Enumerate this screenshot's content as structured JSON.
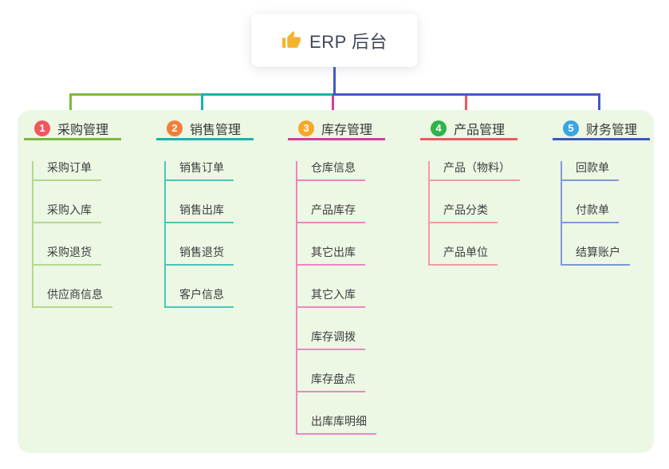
{
  "root": {
    "title": "ERP 后台",
    "icon": "thumbs-up",
    "icon_color": "#f3b32c",
    "line_color": "#4558c6"
  },
  "panel": {
    "bg": "#ecf7e4"
  },
  "canvas_bg": "#ffffff",
  "branches": [
    {
      "num": "1",
      "label": "采购管理",
      "color": "#7cb93e",
      "light": "#b3d88f",
      "badge": "#f4555f",
      "children": [
        "采购订单",
        "采购入库",
        "采购退货",
        "供应商信息"
      ]
    },
    {
      "num": "2",
      "label": "销售管理",
      "color": "#13b5ac",
      "light": "#4cc5bb",
      "badge": "#f57d3a",
      "children": [
        "销售订单",
        "销售出库",
        "销售退货",
        "客户信息"
      ]
    },
    {
      "num": "3",
      "label": "库存管理",
      "color": "#d93a9e",
      "light": "#ee85c1",
      "badge": "#f7a729",
      "children": [
        "仓库信息",
        "产品库存",
        "其它出库",
        "其它入库",
        "库存调拨",
        "库存盘点",
        "出库库明细"
      ]
    },
    {
      "num": "4",
      "label": "产品管理",
      "color": "#f25663",
      "light": "#f59aa1",
      "badge": "#2db44a",
      "children": [
        "产品（物料）",
        "产品分类",
        "产品单位"
      ]
    },
    {
      "num": "5",
      "label": "财务管理",
      "color": "#3c56c0",
      "light": "#7e99d9",
      "badge": "#38a6e3",
      "children": [
        "回款单",
        "付款单",
        "结算账户"
      ]
    }
  ]
}
